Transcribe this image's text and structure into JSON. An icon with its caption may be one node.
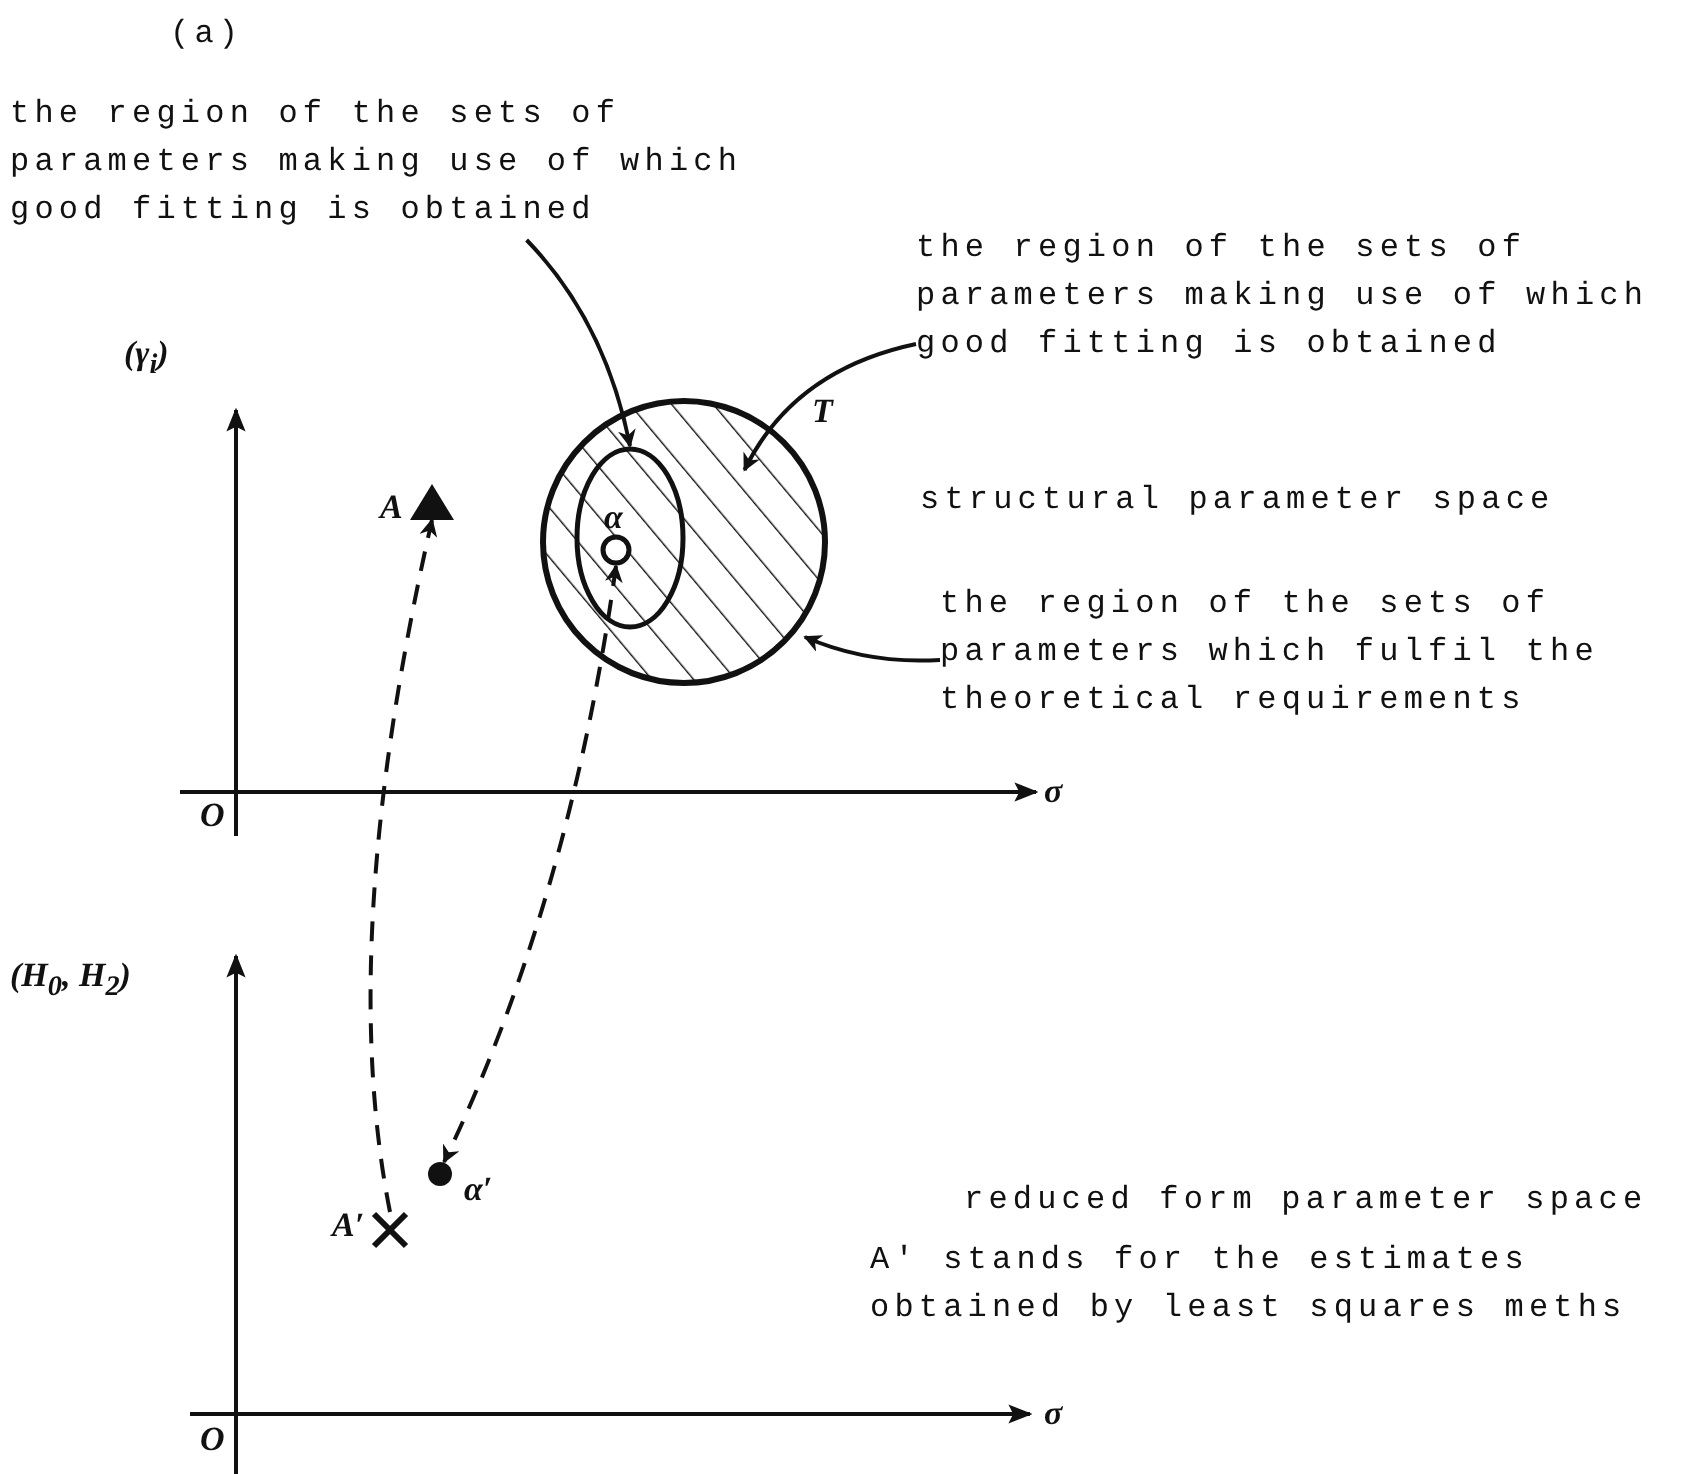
{
  "diagram": {
    "nodes": [
      {
        "text": [
          "the region of the sets of parameters making use of which good fitting is obtained"
        ]
      },
      {
        "text": [
          "the region of the sets of parameters making use of which good fitting is obtained"
        ]
      },
      {
        "text": [],
        "shape": "circle",
        "beside": [
          "T"
        ]
      },
      {
        "text": [],
        "shape": "ellipse",
        "in": 2
      },
      {
        "text": [],
        "shape": "circle",
        "in": 3,
        "beside": [
          "α"
        ]
      },
      {
        "text": [],
        "shape": "triangle",
        "beside": [
          "A"
        ]
      },
      {
        "text": [
          "the region of the sets of parameters which fulfil the theoretical requirements"
        ]
      },
      {
        "text": [],
        "shape": "cross",
        "beside": [
          "A′"
        ]
      },
      {
        "text": [],
        "shape": "dot",
        "beside": [
          "α′"
        ]
      }
    ],
    "edges": [
      {
        "from": 0,
        "to": 3,
        "arrow": "to"
      },
      {
        "from": 1,
        "to": 2,
        "arrow": "to"
      },
      {
        "from": 6,
        "to": 2,
        "arrow": "to"
      },
      {
        "from": 7,
        "to": 5,
        "arrow": "to",
        "style": "dashed"
      },
      {
        "from": 4,
        "to": 8,
        "arrow": "both",
        "style": "dashed"
      }
    ],
    "labels": [
      "(a)",
      "(γ$_{i}$)",
      "structural parameter space",
      "O",
      "σ",
      "(H$_{0}$, H$_{2}$)",
      "reduced form parameter space",
      "A' stands for the estimates obtained by least squares meths",
      "O",
      "σ"
    ]
  }
}
